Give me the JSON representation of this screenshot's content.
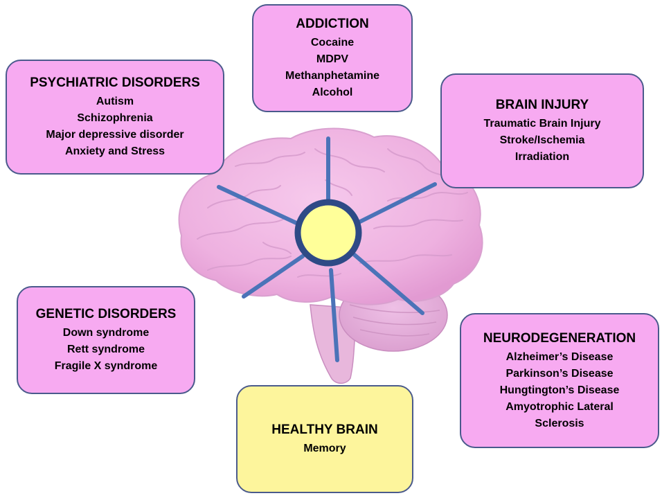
{
  "colors": {
    "disorder_box_fill": "#f7aaf1",
    "healthy_box_fill": "#fdf59c",
    "box_border": "#4a5a8c",
    "brain_fill": "#f2b8e6",
    "spoke_color": "#4b73b8",
    "hub_fill": "#ffff99",
    "hub_ring": "#2e4a86"
  },
  "icons": {
    "brain": "brain-illustration",
    "hub": "central-circle"
  },
  "boxes": {
    "addiction": {
      "title": "ADDICTION",
      "items": [
        "Cocaine",
        "MDPV",
        "Methanphetamine",
        "Alcohol"
      ]
    },
    "psychiatric": {
      "title": "PSYCHIATRIC DISORDERS",
      "items": [
        "Autism",
        "Schizophrenia",
        "Major depressive disorder",
        "Anxiety and Stress"
      ]
    },
    "brain_injury": {
      "title": "BRAIN INJURY",
      "items": [
        "Traumatic Brain Injury",
        "Stroke/Ischemia",
        "Irradiation"
      ]
    },
    "genetic": {
      "title": "GENETIC DISORDERS",
      "items": [
        "Down syndrome",
        "Rett syndrome",
        "Fragile X syndrome"
      ]
    },
    "neurodegeneration": {
      "title": "NEURODEGENERATION",
      "items": [
        "Alzheimer’s Disease",
        "Parkinson’s Disease",
        "Hungtington’s Disease",
        "Amyotrophic Lateral",
        "Sclerosis"
      ]
    },
    "healthy": {
      "title": "HEALTHY BRAIN",
      "items": [
        "Memory"
      ]
    }
  }
}
